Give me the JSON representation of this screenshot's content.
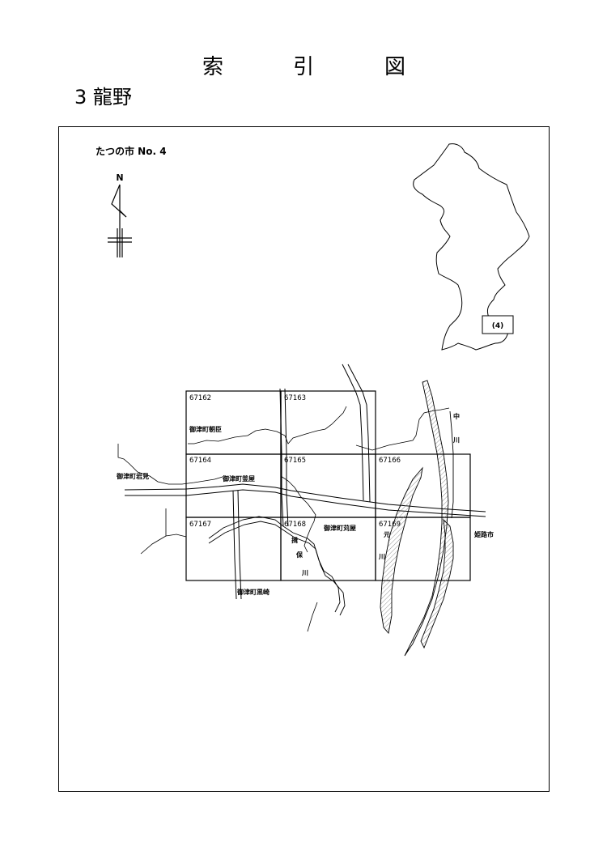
{
  "header": {
    "title_chars": [
      "索",
      "引",
      "図"
    ],
    "subtitle": "3 龍野"
  },
  "map_label": "たつの市 No. 4",
  "compass_label": "N",
  "locator_label": "(4)",
  "sheets": [
    "67162",
    "67163",
    "67164",
    "67165",
    "67166",
    "67167",
    "67168",
    "67169"
  ],
  "places": {
    "asomi": "御津町朝臣",
    "iwami": "御津町岩見",
    "kamaya": "御津町釜屋",
    "karumoya": "御津町苅屋",
    "kurosaki": "御津町黒崎",
    "himeji": "姫路市"
  },
  "rivers": {
    "naka": [
      "中",
      "川"
    ],
    "ibo": [
      "揖",
      "保",
      "川"
    ],
    "moto": [
      "元",
      "川"
    ]
  }
}
